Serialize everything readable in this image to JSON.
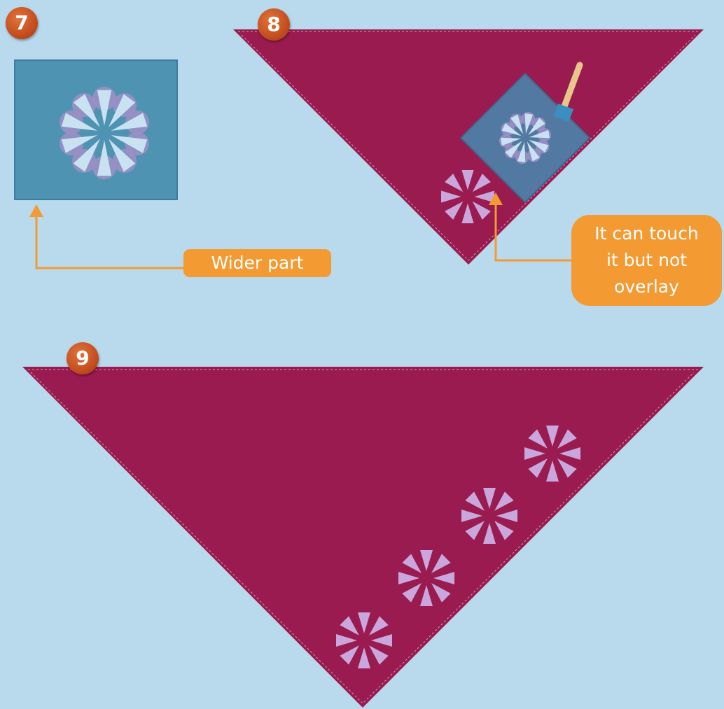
{
  "steps": [
    {
      "number": "7"
    },
    {
      "number": "8"
    },
    {
      "number": "9"
    }
  ],
  "callouts": {
    "wider_part": "Wider part",
    "touch_line1": "It can touch",
    "touch_line2": "it but not",
    "touch_line3": "overlay"
  },
  "colors": {
    "background": "#b9d9ec",
    "fabric": "#9a1b4f",
    "stencil": "#4f93b3",
    "motif": "#c9a7dd",
    "callout": "#f39a33",
    "badge": "#c54e1f"
  }
}
